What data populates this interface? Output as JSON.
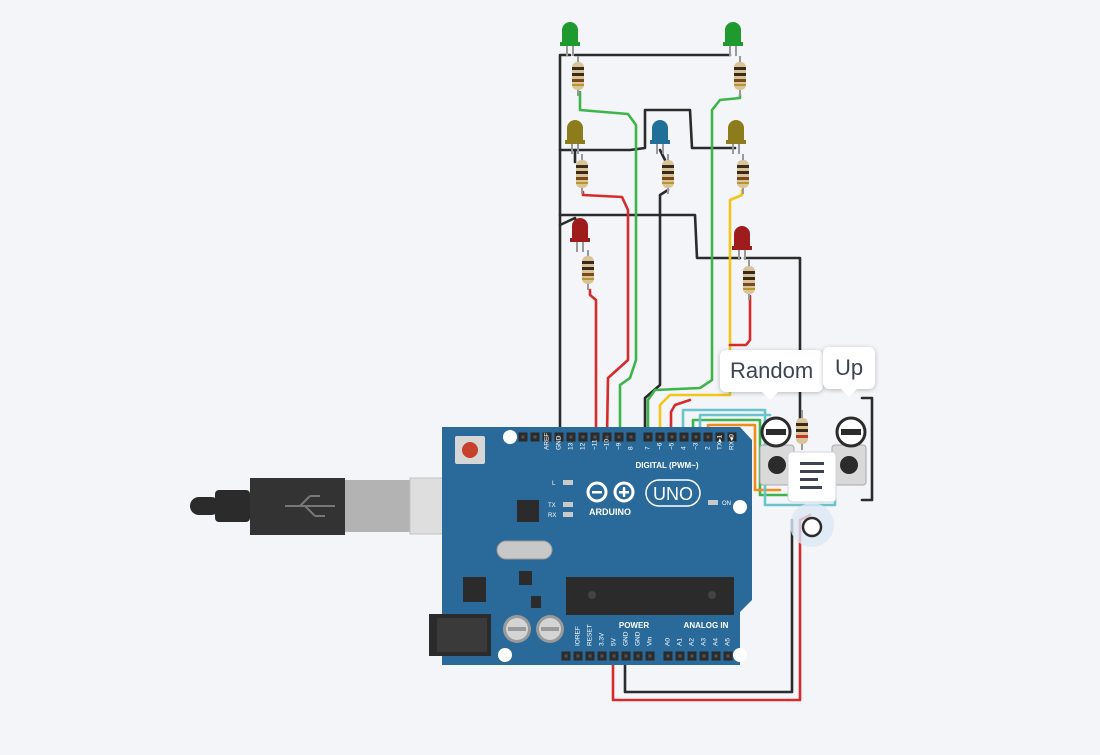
{
  "canvas": {
    "callouts": {
      "random": "Random",
      "up": "Up"
    }
  },
  "arduino": {
    "brand": "ARDUINO",
    "model": "UNO",
    "digital_header": "DIGITAL (PWM~)",
    "power_header": "POWER",
    "analog_header": "ANALOG IN",
    "on_label": "ON",
    "l_label": "L",
    "tx_label": "TX",
    "rx_label": "RX",
    "top_pins": [
      "AREF",
      "GND",
      "13",
      "12",
      "~11",
      "~10",
      "~9",
      "8",
      "7",
      "~6",
      "~5",
      "4",
      "~3",
      "2",
      "TX▸1",
      "RX◂0"
    ],
    "bottom_pins": [
      "IOREF",
      "RESET",
      "3.3V",
      "5V",
      "GND",
      "GND",
      "Vin"
    ],
    "analog_pins": [
      "A0",
      "A1",
      "A2",
      "A3",
      "A4",
      "A5"
    ]
  },
  "components": {
    "leds": [
      {
        "id": "led-green-left",
        "color": "#1f9a2e"
      },
      {
        "id": "led-green-right",
        "color": "#1f9a2e"
      },
      {
        "id": "led-yellow-left",
        "color": "#8d7c1c"
      },
      {
        "id": "led-blue",
        "color": "#1f6f99"
      },
      {
        "id": "led-yellow-right",
        "color": "#8d7c1c"
      },
      {
        "id": "led-red-left",
        "color": "#9e1c1c"
      },
      {
        "id": "led-red-right",
        "color": "#9e1c1c"
      }
    ],
    "wire_colors": {
      "black": "#2b2b2b",
      "red": "#d62b2b",
      "green": "#3db54a",
      "yellow": "#f2c618",
      "orange": "#f08c1a",
      "teal": "#69c4cc",
      "board": "#2a6a9a"
    }
  }
}
